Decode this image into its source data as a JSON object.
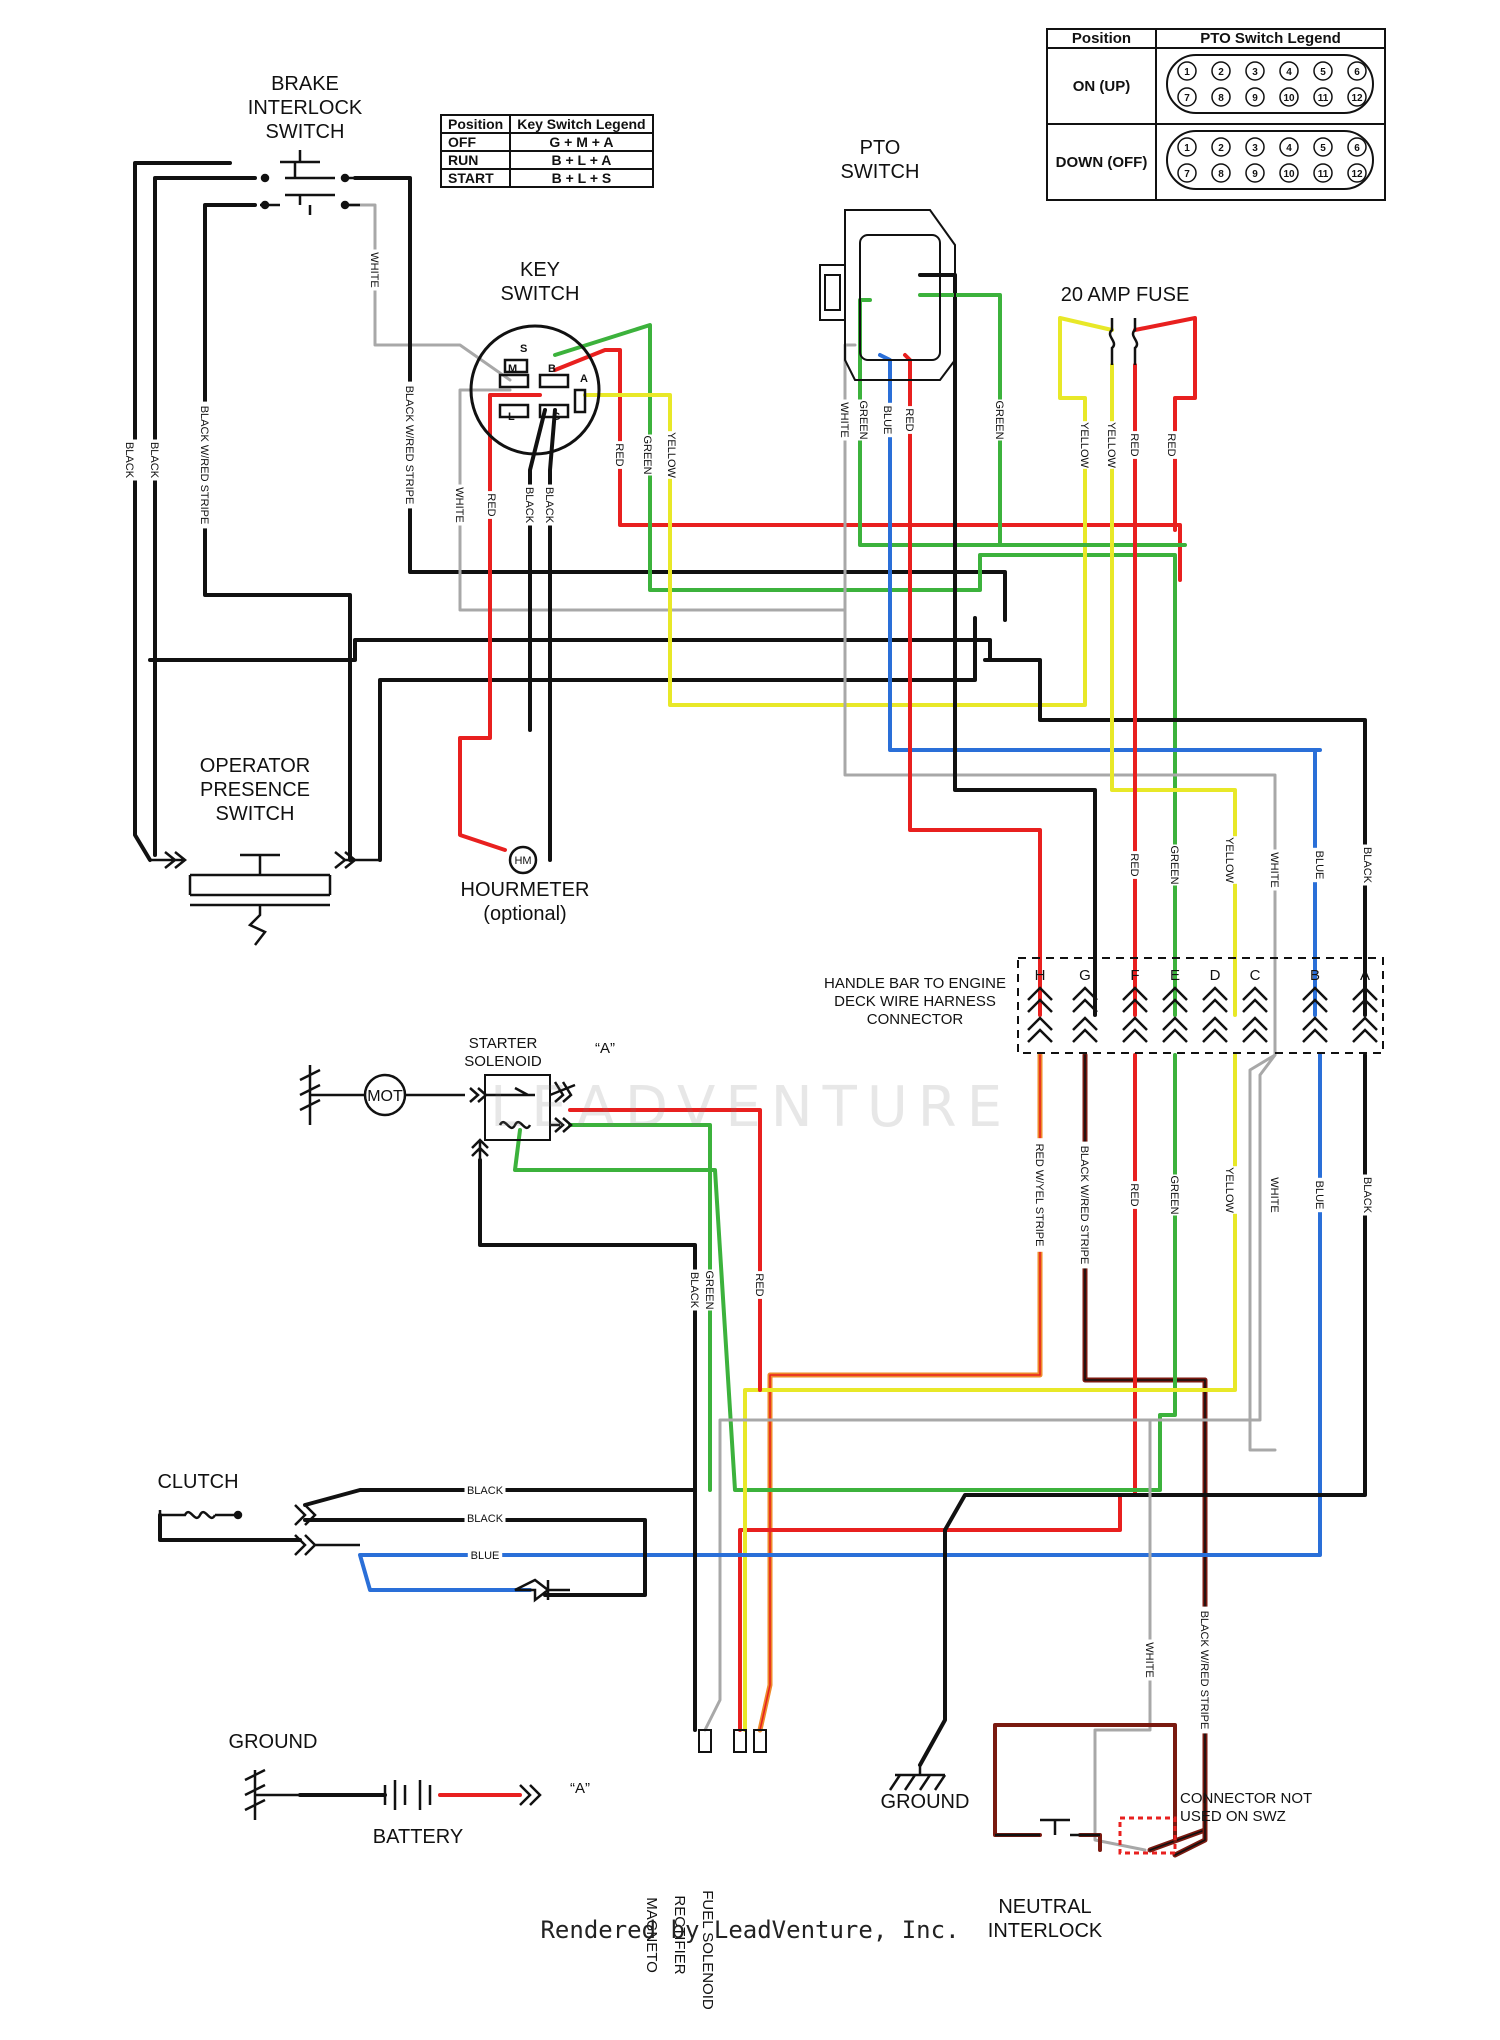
{
  "components": {
    "brake_interlock": [
      "BRAKE",
      "INTERLOCK",
      "SWITCH"
    ],
    "key_switch": [
      "KEY",
      "SWITCH"
    ],
    "pto_switch": [
      "PTO",
      "SWITCH"
    ],
    "fuse": "20 AMP FUSE",
    "operator_presence": [
      "OPERATOR",
      "PRESENCE",
      "SWITCH"
    ],
    "hourmeter": "HOURMETER",
    "hourmeter_note": "(optional)",
    "hourmeter_symbol": "HM",
    "harness_connector": [
      "HANDLE BAR TO ENGINE",
      "DECK WIRE HARNESS",
      "CONNECTOR"
    ],
    "starter_solenoid": "STARTER SOLENOID",
    "solenoid_ref": "“A”",
    "motor": "MOT",
    "clutch": "CLUTCH",
    "ground_left": "GROUND",
    "battery": "BATTERY",
    "battery_ref": "“A”",
    "ground_center": "GROUND",
    "magneto": "MAGNETO",
    "rectifier": "RECTIFIER",
    "fuel_solenoid": "FUEL SOLENOID",
    "neutral_interlock": [
      "NEUTRAL",
      "INTERLOCK"
    ],
    "connector_note": [
      "CONNECTOR NOT",
      "USED ON SWZ"
    ]
  },
  "key_legend": {
    "headers": [
      "Position",
      "Key Switch Legend"
    ],
    "rows": [
      [
        "OFF",
        "G + M + A"
      ],
      [
        "RUN",
        "B + L + A"
      ],
      [
        "START",
        "B + L + S"
      ]
    ]
  },
  "pto_legend": {
    "headers": [
      "Position",
      "PTO Switch Legend"
    ],
    "rows": [
      {
        "position": "ON (UP)",
        "pins": [
          "1",
          "2",
          "3",
          "4",
          "5",
          "6",
          "7",
          "8",
          "9",
          "10",
          "11",
          "12"
        ]
      },
      {
        "position": "DOWN (OFF)",
        "pins": [
          "1",
          "2",
          "3",
          "4",
          "5",
          "6",
          "7",
          "8",
          "9",
          "10",
          "11",
          "12"
        ]
      }
    ]
  },
  "key_terminals": [
    "S",
    "M",
    "B",
    "A",
    "L",
    "G"
  ],
  "connector_pins": [
    "H",
    "G",
    "F",
    "E",
    "D",
    "C",
    "B",
    "A"
  ],
  "wire_labels": {
    "white": "WHITE",
    "black": "BLACK",
    "black_red": "BLACK W/RED STRIPE",
    "red": "RED",
    "green": "GREEN",
    "yellow": "YELLOW",
    "blue": "BLUE",
    "red_yel": "RED W/YEL STRIPE"
  },
  "colors": {
    "black": "#111111",
    "red": "#e8201f",
    "green": "#3cb23c",
    "yellow": "#e8e828",
    "blue": "#2a6fd8",
    "white": "#a8a8a8",
    "orange": "#ee8a2a",
    "darkred": "#7a1a10"
  },
  "footer": "Rendered by LeadVenture, Inc.",
  "watermark": "LEADVENTURE"
}
